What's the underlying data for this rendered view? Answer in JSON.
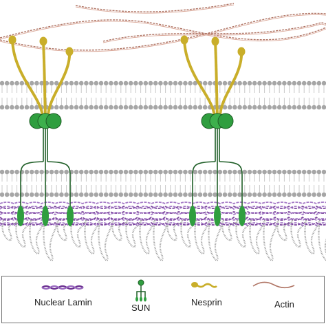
{
  "legend": {
    "items": [
      {
        "label": "Nuclear Lamin",
        "icon": "nuclear-lamin-icon",
        "color": "#7a3fa0"
      },
      {
        "label": "SUN",
        "icon": "sun-protein-icon",
        "color": "#2f9e3f"
      },
      {
        "label": "Nesprin",
        "icon": "nesprin-icon",
        "color": "#c9ae2a"
      },
      {
        "label": "Actin",
        "icon": "actin-icon",
        "color": "#c98b7d"
      }
    ]
  },
  "colors": {
    "membrane_head": "#a6a6a6",
    "membrane_tail": "#c8c8c8",
    "sun_dark": "#1e5e26",
    "sun_green": "#2f9e3f",
    "nesprin": "#c9ae2a",
    "actin": "#b07565",
    "lamin": "#7a3fa0",
    "chromatin": "#9a9a9a"
  }
}
